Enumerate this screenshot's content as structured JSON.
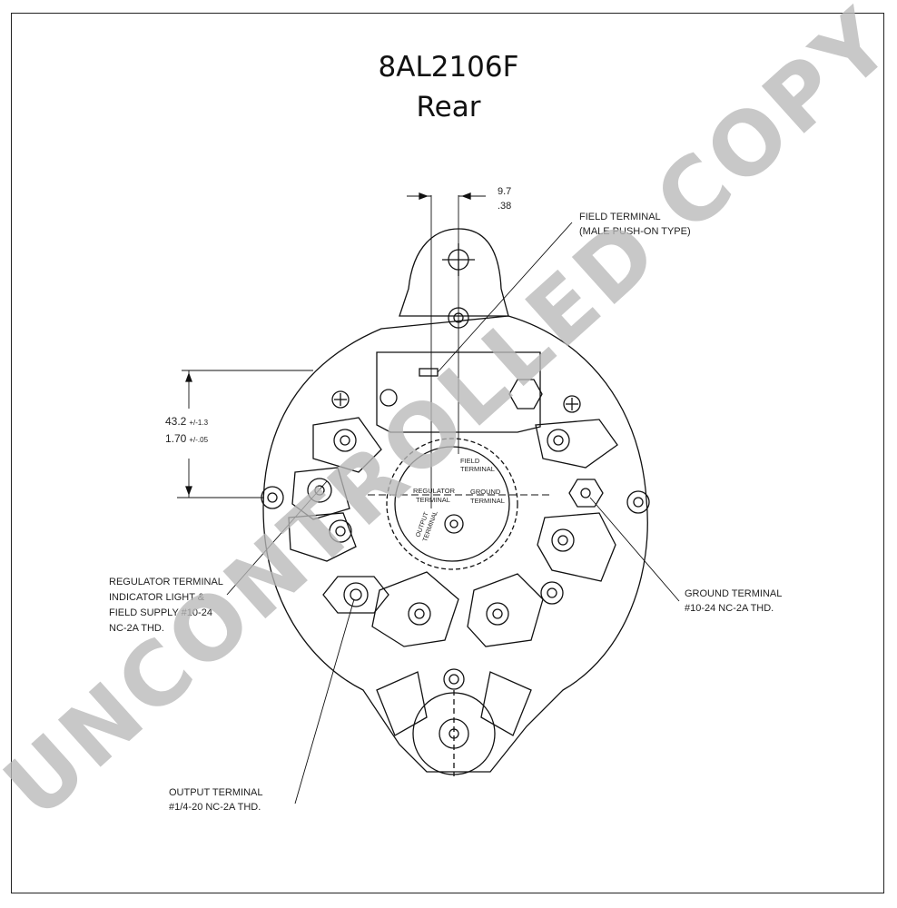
{
  "title": "8AL2106F",
  "subtitle": "Rear",
  "watermark": "UNCONTROLLED COPY",
  "dimensions": {
    "top_mm": "9.7",
    "top_in": ".38",
    "side_mm": "43.2",
    "side_mm_tol": "+/-1.3",
    "side_in": "1.70",
    "side_in_tol": "+/-.05"
  },
  "callouts": {
    "field_terminal_line1": "FIELD TERMINAL",
    "field_terminal_line2": "(MALE PUSH-ON TYPE)",
    "regulator_line1": "REGULATOR TERMINAL",
    "regulator_line2": "INDICATOR LIGHT &",
    "regulator_line3": "FIELD SUPPLY #10-24",
    "regulator_line4": "NC-2A THD.",
    "ground_line1": "GROUND TERMINAL",
    "ground_line2": "#10-24 NC-2A THD.",
    "output_line1": "OUTPUT TERMINAL",
    "output_line2": "#1/4-20 NC-2A THD."
  },
  "inner_labels": {
    "field_1": "FIELD",
    "field_2": "TERMINAL",
    "regulator_1": "REGULATOR",
    "regulator_2": "TERMINAL",
    "ground_1": "GROUND",
    "ground_2": "TERMINAL",
    "output_1": "OUTPUT",
    "output_2": "TERMINAL"
  }
}
